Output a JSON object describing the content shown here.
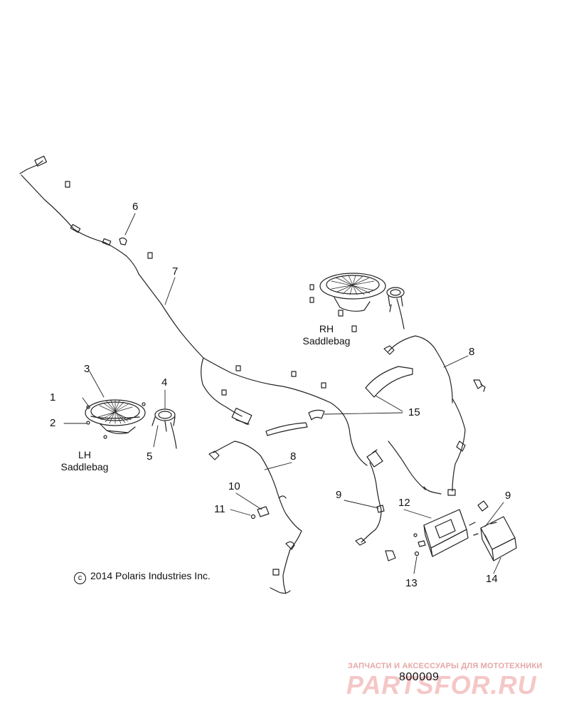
{
  "diagram": {
    "callouts": [
      "1",
      "2",
      "3",
      "4",
      "5",
      "6",
      "7",
      "8",
      "8",
      "9",
      "9",
      "10",
      "11",
      "12",
      "13",
      "14",
      "15"
    ],
    "labels": {
      "rh": [
        "RH",
        "Saddlebag"
      ],
      "lh": [
        "LH",
        "Saddlebag"
      ]
    },
    "copyright": "2014 Polaris Industries Inc.",
    "copyright_symbol": "c",
    "part_number": "800009"
  },
  "watermark": {
    "tagline": "ЗАПЧАСТИ И АКСЕССУАРЫ ДЛЯ МОТОТЕХНИКИ",
    "brand": "PARTSFOR.RU",
    "color": "#ee9a9a"
  },
  "colors": {
    "line": "#222222",
    "background": "#ffffff"
  }
}
